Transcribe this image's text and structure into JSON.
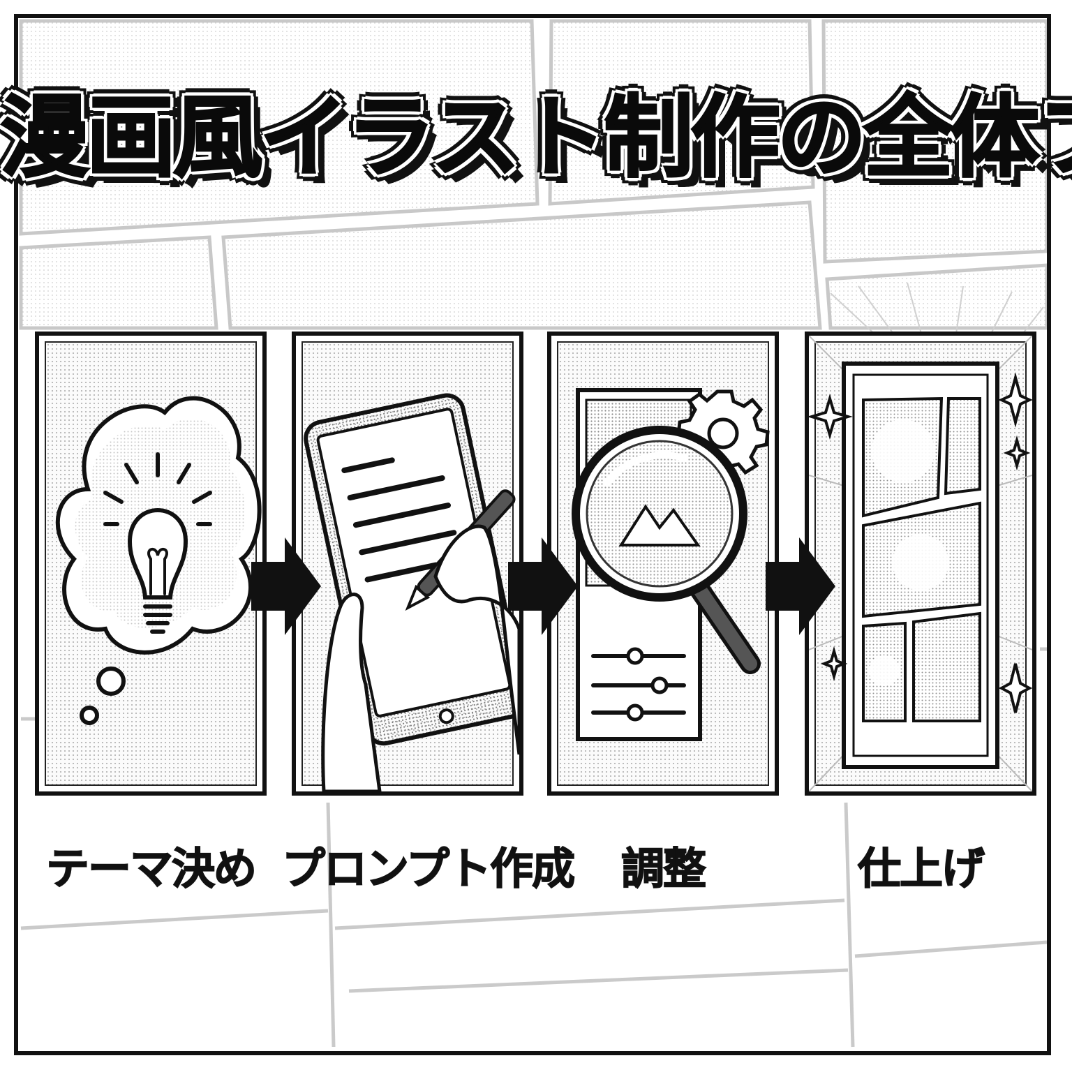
{
  "title": "漫画風イラスト制作の全体フロー",
  "steps": [
    {
      "label": "テーマ決め",
      "icon": "lightbulb-thought-icon"
    },
    {
      "label": "プロンプト作成",
      "icon": "tablet-pen-icon"
    },
    {
      "label": "調整",
      "icon": "magnifier-settings-icon"
    },
    {
      "label": "仕上げ",
      "icon": "manga-page-icon"
    }
  ],
  "arrow_icon": "right-arrow-icon"
}
